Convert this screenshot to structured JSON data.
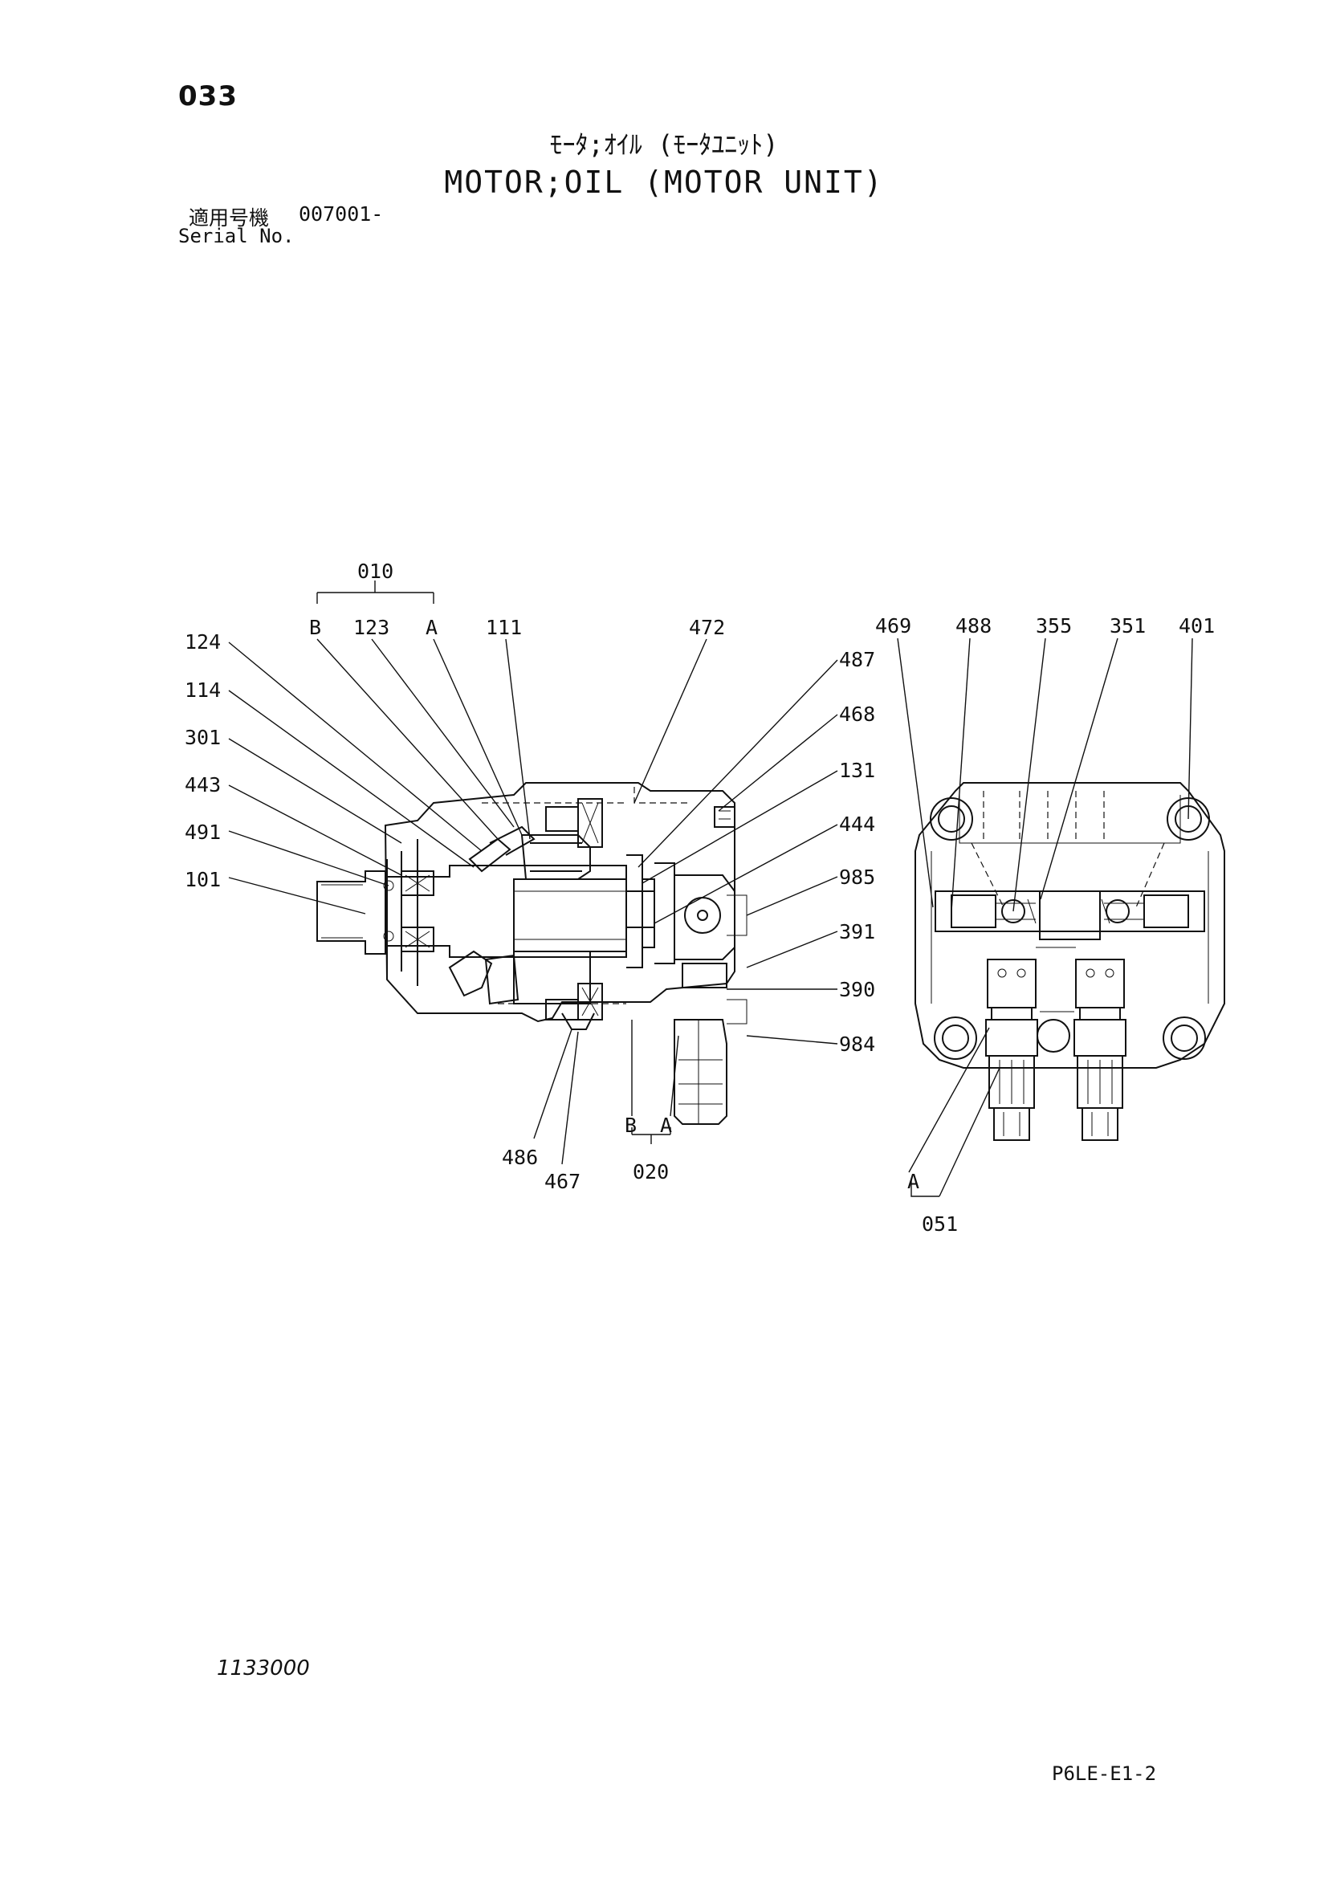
{
  "page_number": "033",
  "title": {
    "japanese": "ﾓｰﾀ;ｵｲﾙ (ﾓｰﾀﾕﾆｯﾄ)",
    "english": "MOTOR;OIL (MOTOR UNIT)"
  },
  "serial": {
    "label_jp": "適用号機",
    "value": "007001-",
    "label_en": "Serial No."
  },
  "drawing_number": "1133000",
  "sheet_id": "P6LE-E1-2",
  "callouts": {
    "c010": "010",
    "c020": "020",
    "c051": "051",
    "c101": "101",
    "c111": "111",
    "c114": "114",
    "c123": "123",
    "c124": "124",
    "c131": "131",
    "c301": "301",
    "c351": "351",
    "c355": "355",
    "c390": "390",
    "c391": "391",
    "c401": "401",
    "c443": "443",
    "c444": "444",
    "c467": "467",
    "c468": "468",
    "c469": "469",
    "c472": "472",
    "c486": "486",
    "c487": "487",
    "c488": "488",
    "c491": "491",
    "c984": "984",
    "c985": "985"
  },
  "sub_labels": {
    "a": "A",
    "b": "B"
  }
}
